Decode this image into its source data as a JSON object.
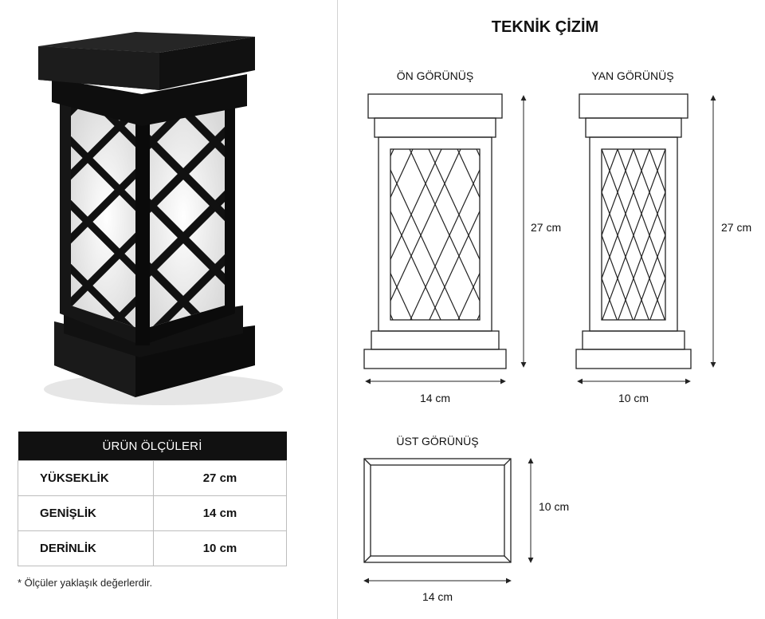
{
  "drawing": {
    "title": "TEKNİK ÇİZİM",
    "front_view": {
      "label": "ÖN GÖRÜNÜŞ",
      "height": "27 cm",
      "width": "14 cm"
    },
    "side_view": {
      "label": "YAN GÖRÜNÜŞ",
      "height": "27 cm",
      "width": "10 cm"
    },
    "top_view": {
      "label": "ÜST GÖRÜNÜŞ",
      "depth": "10 cm",
      "width": "14 cm"
    }
  },
  "dimensions_table": {
    "title": "ÜRÜN ÖLÇÜLERİ",
    "rows": [
      {
        "label": "YÜKSEKLİK",
        "value": "27 cm"
      },
      {
        "label": "GENİŞLİK",
        "value": "14 cm"
      },
      {
        "label": "DERİNLİK",
        "value": "10 cm"
      }
    ],
    "footnote": "* Ölçüler yaklaşık değerlerdir."
  },
  "colors": {
    "frame": "#111111",
    "lattice_panel": "#eeeeee",
    "line": "#222222"
  }
}
